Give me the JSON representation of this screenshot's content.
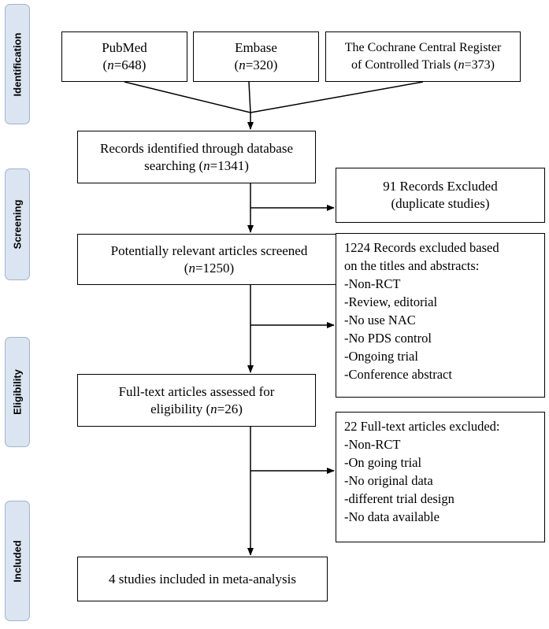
{
  "phases": {
    "identification": "Identification",
    "screening": "Screening",
    "eligibility": "Eligibility",
    "included": "Included"
  },
  "sources": [
    {
      "name": "PubMed",
      "n_label": "n",
      "n_value": "=648)"
    },
    {
      "name": "Embase",
      "n_label": "n",
      "n_value": "=320)"
    },
    {
      "name": "The Cochrane Central Register",
      "name2": "of Controlled Trials (",
      "n_label": "n",
      "n_value": "=373)"
    }
  ],
  "identified": {
    "line1": "Records identified through database",
    "line2_pre": "searching (",
    "n_label": "n",
    "n_value": "=1341)"
  },
  "duplicates": {
    "line1": "91 Records Excluded",
    "line2": "(duplicate studies)"
  },
  "screened": {
    "line1": "Potentially relevant articles screened",
    "line2_pre": "(",
    "n_label": "n",
    "n_value": "=1250)"
  },
  "excluded_titles": {
    "header1": "1224 Records excluded based",
    "header2": "on the titles and abstracts:",
    "items": [
      "-Non-RCT",
      "-Review, editorial",
      "-No use NAC",
      "-No PDS control",
      "-Ongoing trial",
      "-Conference abstract"
    ]
  },
  "fulltext": {
    "line1": "Full-text articles assessed for",
    "line2_pre": "eligibility (",
    "n_label": "n",
    "n_value": "=26)"
  },
  "excluded_fulltext": {
    "header": "22 Full-text articles excluded:",
    "items": [
      "-Non-RCT",
      "-On going trial",
      "-No original data",
      "-different trial design",
      "-No data available"
    ]
  },
  "included": {
    "text": "4 studies included in meta-analysis"
  },
  "colors": {
    "phase_fill": "#dbe5f1",
    "phase_border": "#9fb3cf",
    "line": "#000000"
  }
}
